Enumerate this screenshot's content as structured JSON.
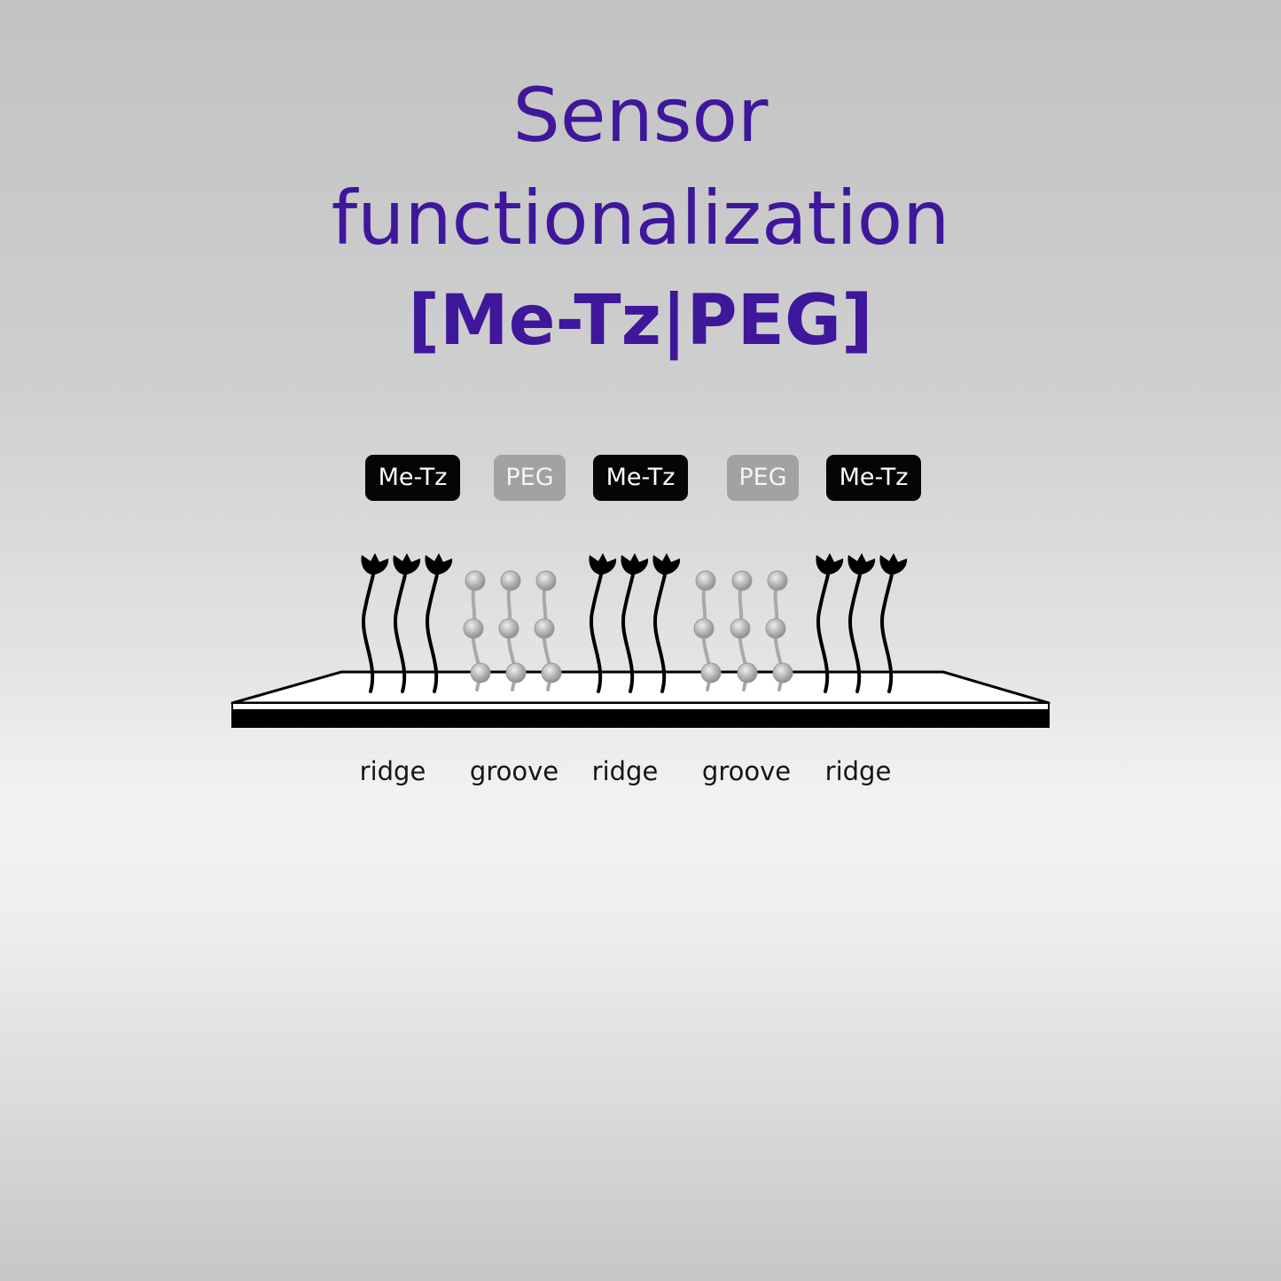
{
  "title": {
    "line1": "Sensor",
    "line2": "functionalization",
    "line3": "[Me-Tz|PEG]"
  },
  "badges": [
    "Me-Tz",
    "PEG",
    "Me-Tz",
    "PEG",
    "Me-Tz"
  ],
  "regions": [
    "ridge",
    "groove",
    "ridge",
    "groove",
    "ridge"
  ],
  "colors": {
    "title": "#3f179a",
    "metz_badge": "#050505",
    "peg_badge": "#a2a2a3",
    "peg_chain": "#a9a9aa",
    "linker": "#000000"
  }
}
